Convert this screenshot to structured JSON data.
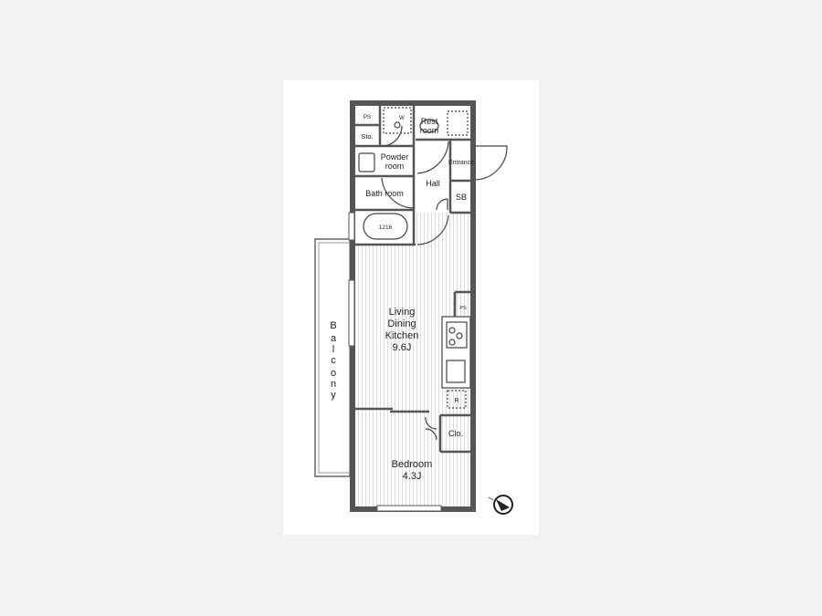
{
  "floorplan": {
    "rooms": {
      "ps_top": "PS",
      "washer": "W",
      "storage": "Sto.",
      "restroom_line1": "Rest",
      "restroom_line2": "room",
      "powder_line1": "Powder",
      "powder_line2": "room",
      "entrance": "Entrance",
      "hall": "Hall",
      "shoe_box": "SB",
      "bath": "Bath room",
      "bathtub": "1216",
      "ldk_line1": "Living",
      "ldk_line2": "Dining",
      "ldk_line3": "Kitchen",
      "ldk_size": "9.6J",
      "ps_kitchen": "PS",
      "fridge": "R",
      "closet": "Clo.",
      "bedroom": "Bedroom",
      "bedroom_size": "4.3J",
      "balcony": [
        "B",
        "a",
        "l",
        "c",
        "o",
        "n",
        "y"
      ]
    },
    "compass": "north-arrow-icon"
  }
}
